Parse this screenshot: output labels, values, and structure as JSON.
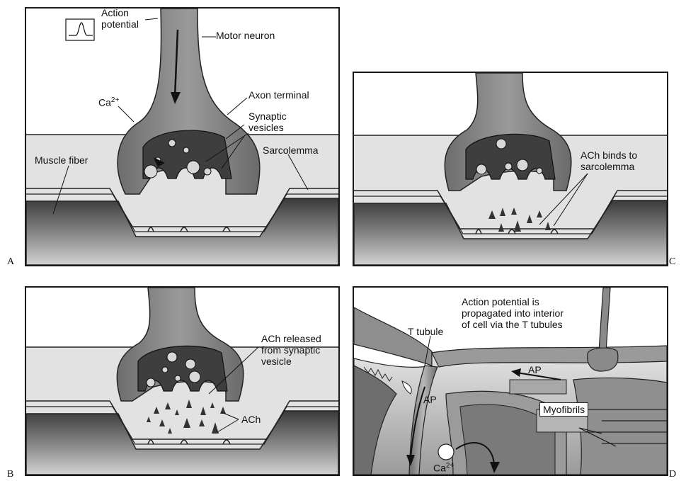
{
  "panel_a": {
    "letter": "A",
    "action_potential": [
      "Action",
      "potential"
    ],
    "motor_neuron": "Motor neuron",
    "ca": "Ca",
    "ca_sup": "2+",
    "axon_terminal": "Axon terminal",
    "synaptic_vesicles": [
      "Synaptic",
      "vesicles"
    ],
    "muscle_fiber": "Muscle fiber",
    "sarcolemma": "Sarcolemma"
  },
  "panel_b": {
    "letter": "B",
    "ach_released": [
      "ACh released",
      "from synaptic",
      "vesicle"
    ],
    "ach": "ACh"
  },
  "panel_c": {
    "letter": "C",
    "ach_binds": [
      "ACh binds to",
      "sarcolemma"
    ]
  },
  "panel_d": {
    "letter": "D",
    "ap_interior": [
      "Action potential is",
      "propagated into interior",
      "of cell via the T tubules"
    ],
    "t_tubule": "T tubule",
    "ap_top": "AP",
    "ap_left": "AP",
    "myofibrils": "Myofibrils",
    "ca": "Ca",
    "ca_sup": "2+"
  }
}
